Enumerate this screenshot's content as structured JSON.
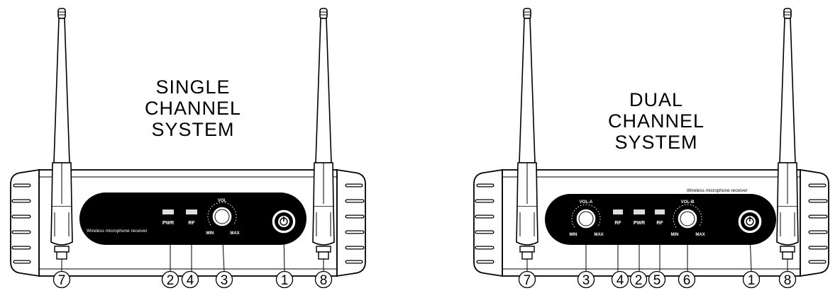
{
  "left": {
    "title": [
      "SINGLE",
      "CHANNEL",
      "SYSTEM"
    ],
    "brand": "Wireless microphone receiver",
    "leds": [
      "PWR",
      "RF"
    ],
    "knob": {
      "label": "VOL",
      "min": "MIN",
      "max": "MAX"
    },
    "callouts": [
      "7",
      "2",
      "4",
      "3",
      "1",
      "8"
    ]
  },
  "right": {
    "title": [
      "DUAL",
      "CHANNEL",
      "SYSTEM"
    ],
    "brand": "Wireless microphone receiver",
    "leds": [
      "RF",
      "PWR",
      "RF"
    ],
    "knob_a": {
      "label": "VOL-A",
      "min": "MIN",
      "max": "MAX"
    },
    "knob_b": {
      "label": "VOL-B",
      "min": "MIN",
      "max": "MAX"
    },
    "callouts": [
      "7",
      "3",
      "4",
      "2",
      "5",
      "6",
      "1",
      "8"
    ]
  }
}
